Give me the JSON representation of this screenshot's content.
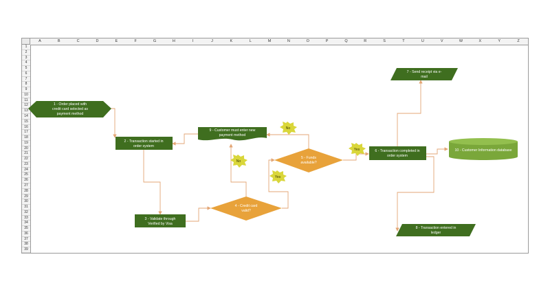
{
  "sheet": {
    "columns": [
      "A",
      "B",
      "C",
      "D",
      "E",
      "F",
      "G",
      "H",
      "I",
      "J",
      "K",
      "L",
      "M",
      "N",
      "O",
      "P",
      "Q",
      "R",
      "S",
      "T",
      "U",
      "V",
      "W",
      "X",
      "Y",
      "Z"
    ],
    "rows": [
      "1",
      "2",
      "3",
      "4",
      "5",
      "6",
      "7",
      "8",
      "9",
      "10",
      "11",
      "12",
      "13",
      "14",
      "15",
      "16",
      "17",
      "18",
      "19",
      "20",
      "21",
      "22",
      "23",
      "24",
      "25",
      "26",
      "27",
      "28",
      "29",
      "30",
      "31",
      "32",
      "33",
      "34",
      "35",
      "36",
      "37",
      "38",
      "39"
    ]
  },
  "colors": {
    "box": "#3f6e1f",
    "decision": "#e8a23a",
    "burst": "#d9d63a",
    "database": "#7aa73a",
    "connector": "#e3a574"
  },
  "nodes": {
    "n1": [
      "1 - Order placed with",
      "credit card selected as",
      "payment method"
    ],
    "n2": [
      "2 - Transaction started in",
      "order system"
    ],
    "n3": [
      "3 - Validate through",
      "Verified by Visa"
    ],
    "n4": [
      "4 - Credit card",
      "valid?"
    ],
    "n5": [
      "5 - Funds",
      "available?"
    ],
    "n6": [
      "6 - Transaction completed in",
      "order system"
    ],
    "n7": [
      "7 - Send receipt via e-",
      "mail"
    ],
    "n8": [
      "8 - Transaction entered in",
      "ledger"
    ],
    "n9": [
      "9 - Customer must enter new",
      "payment method"
    ],
    "n10": [
      "10 - Customer Information database"
    ]
  },
  "labels": {
    "no_top": "No",
    "no_left": "No",
    "yes_left": "Yes",
    "yes_right": "Yes"
  }
}
